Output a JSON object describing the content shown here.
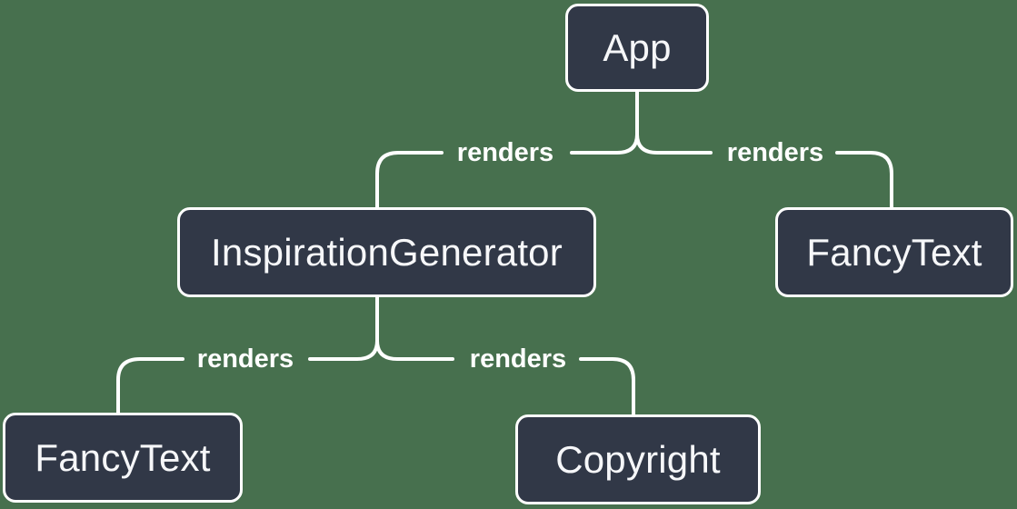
{
  "diagram": {
    "type": "component-render-tree",
    "colors": {
      "background": "#47704E",
      "node_fill": "#313847",
      "node_border": "#FFFFFF",
      "line": "#FFFFFF",
      "text": "#F6F7F9"
    },
    "nodes": [
      {
        "id": "app",
        "label": "App"
      },
      {
        "id": "inspiration-generator",
        "label": "InspirationGenerator"
      },
      {
        "id": "fancy-text-top",
        "label": "FancyText"
      },
      {
        "id": "fancy-text-bottom",
        "label": "FancyText"
      },
      {
        "id": "copyright",
        "label": "Copyright"
      }
    ],
    "edges": [
      {
        "from": "App",
        "to": "InspirationGenerator",
        "label": "renders"
      },
      {
        "from": "App",
        "to": "FancyText",
        "label": "renders"
      },
      {
        "from": "InspirationGenerator",
        "to": "FancyText",
        "label": "renders"
      },
      {
        "from": "InspirationGenerator",
        "to": "Copyright",
        "label": "renders"
      }
    ]
  }
}
